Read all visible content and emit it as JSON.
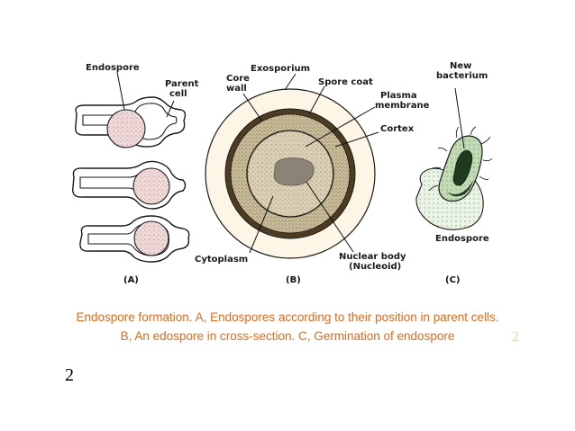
{
  "labels": {
    "endospore_a": "Endospore",
    "parent_cell": [
      "Parent",
      "cell"
    ],
    "core_wall": [
      "Core",
      "wall"
    ],
    "exosporium": "Exosporium",
    "spore_coat": "Spore coat",
    "plasma_membrane": [
      "Plasma",
      "membrane"
    ],
    "cortex": "Cortex",
    "cytoplasm": "Cytoplasm",
    "nuclear_body": [
      "Nuclear body",
      "(Nucleoid)"
    ],
    "new_bacterium": [
      "New",
      "bacterium"
    ],
    "endospore_c": "Endospore"
  },
  "panels": {
    "a": "(A)",
    "b": "(B)",
    "c": "(C)"
  },
  "caption": {
    "line1": "Endospore formation. A, Endospores according to their position in parent cells.",
    "line2": "B, An edospore in cross-section. C, Germination of endospore",
    "number": "2"
  },
  "slide_number": "2",
  "colors": {
    "caption": "#e06a1b",
    "outline": "#1a1a1a",
    "spore_fill": "#f2d9d9",
    "core_fill": "#dcd0b4",
    "cortex_fill": "#cbbd98",
    "coat": "#4d3b22",
    "nucleoid": "#8b8376",
    "new_bacterium": "#c2dbb4",
    "germ_core": "#1f3a1f"
  }
}
